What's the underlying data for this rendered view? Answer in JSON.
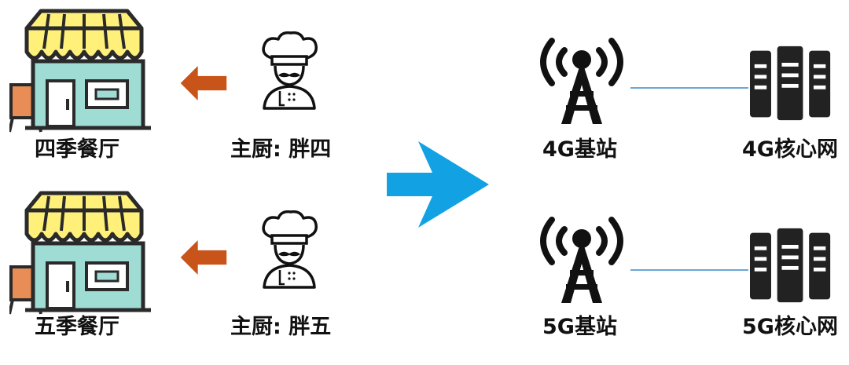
{
  "left_section": {
    "rows": [
      {
        "restaurant_label": "四季餐厅",
        "chef_label": "主厨: 胖四"
      },
      {
        "restaurant_label": "五季餐厅",
        "chef_label": "主厨: 胖五"
      }
    ]
  },
  "right_section": {
    "rows": [
      {
        "station_label": "4G基站",
        "core_label": "4G核心网"
      },
      {
        "station_label": "5G基站",
        "core_label": "5G核心网"
      }
    ]
  },
  "icons": {
    "restaurant": "store-icon",
    "chef": "chef-icon",
    "small_arrow": "arrow-left-icon",
    "big_arrow": "arrow-right-icon",
    "tower": "cell-tower-icon",
    "server": "server-icon"
  },
  "colors": {
    "awning_yellow": "#fff07a",
    "building_teal": "#9fdcd4",
    "sign_orange": "#e98d57",
    "small_arrow": "#c8541a",
    "big_arrow": "#12a2e3",
    "line_blue": "#6aa6d6",
    "outline": "#2a2a2a",
    "dark_icon": "#222222"
  }
}
